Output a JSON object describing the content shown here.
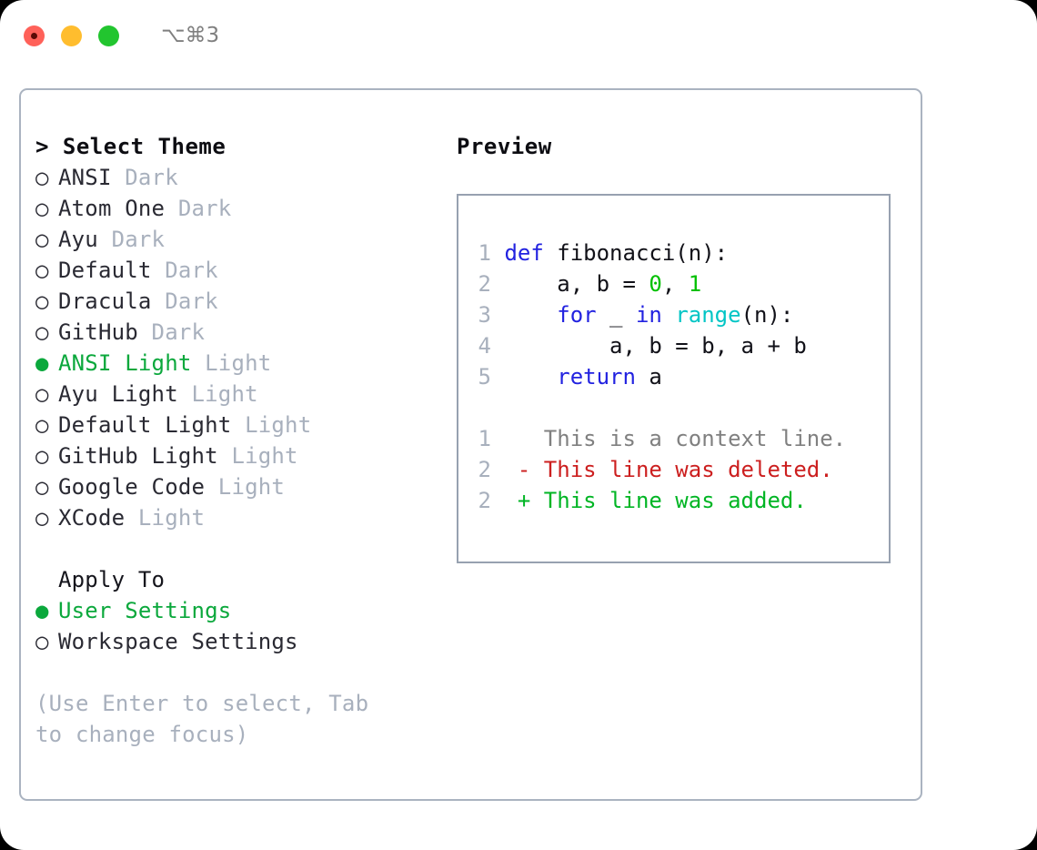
{
  "window": {
    "shortcut": "⌥⌘3",
    "traffic_lights": [
      "close-button",
      "minimize-button",
      "maximize-button"
    ],
    "colors": {
      "accent_green": "#0ba83c",
      "muted": "#a8b0bd",
      "border": "#aab3c0",
      "keyword_blue": "#2222e0",
      "function_cyan": "#00c5c5",
      "number_green": "#00c000",
      "diff_delete_red": "#cc1f1f",
      "diff_add_green": "#00b524"
    }
  },
  "theme_panel": {
    "heading": "> Select Theme",
    "bullet_selected": "●",
    "bullet_unselected": "○",
    "options": [
      {
        "name": "ANSI",
        "variant": "Dark",
        "selected": false
      },
      {
        "name": "Atom One",
        "variant": "Dark",
        "selected": false
      },
      {
        "name": "Ayu",
        "variant": "Dark",
        "selected": false
      },
      {
        "name": "Default",
        "variant": "Dark",
        "selected": false
      },
      {
        "name": "Dracula",
        "variant": "Dark",
        "selected": false
      },
      {
        "name": "GitHub",
        "variant": "Dark",
        "selected": false
      },
      {
        "name": "ANSI Light",
        "variant": "Light",
        "selected": true
      },
      {
        "name": "Ayu Light",
        "variant": "Light",
        "selected": false
      },
      {
        "name": "Default Light",
        "variant": "Light",
        "selected": false
      },
      {
        "name": "GitHub Light",
        "variant": "Light",
        "selected": false
      },
      {
        "name": "Google Code",
        "variant": "Light",
        "selected": false
      },
      {
        "name": "XCode",
        "variant": "Light",
        "selected": false
      }
    ],
    "apply_to": {
      "heading": "Apply To",
      "options": [
        {
          "label": "User Settings",
          "selected": true
        },
        {
          "label": "Workspace Settings",
          "selected": false
        }
      ]
    },
    "hint": "(Use Enter to select, Tab to change focus)"
  },
  "preview": {
    "heading": "Preview",
    "code": [
      {
        "ln": "1",
        "tokens": [
          {
            "t": "def ",
            "c": "kw"
          },
          {
            "t": "fibonacci(n):",
            "c": "txt"
          }
        ]
      },
      {
        "ln": "2",
        "tokens": [
          {
            "t": "    a, b = ",
            "c": "txt"
          },
          {
            "t": "0",
            "c": "num"
          },
          {
            "t": ", ",
            "c": "txt"
          },
          {
            "t": "1",
            "c": "num"
          }
        ]
      },
      {
        "ln": "3",
        "tokens": [
          {
            "t": "    ",
            "c": "txt"
          },
          {
            "t": "for",
            "c": "kw"
          },
          {
            "t": " _ ",
            "c": "txt"
          },
          {
            "t": "in",
            "c": "kw"
          },
          {
            "t": " ",
            "c": "txt"
          },
          {
            "t": "range",
            "c": "fn"
          },
          {
            "t": "(n):",
            "c": "txt"
          }
        ]
      },
      {
        "ln": "4",
        "tokens": [
          {
            "t": "        a, b = b, a + b",
            "c": "txt"
          }
        ]
      },
      {
        "ln": "5",
        "tokens": [
          {
            "t": "    ",
            "c": "txt"
          },
          {
            "t": "return",
            "c": "kw"
          },
          {
            "t": " a",
            "c": "txt"
          }
        ]
      }
    ],
    "diff": [
      {
        "ln": "1",
        "tokens": [
          {
            "t": "   This is a context line.",
            "c": "ctx"
          }
        ]
      },
      {
        "ln": "2",
        "tokens": [
          {
            "t": " - This line was deleted.",
            "c": "del"
          }
        ]
      },
      {
        "ln": "2",
        "tokens": [
          {
            "t": " + This line was added.",
            "c": "add"
          }
        ]
      }
    ]
  }
}
